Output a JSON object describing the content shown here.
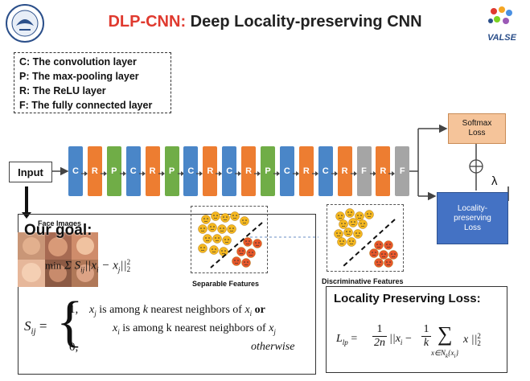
{
  "title": {
    "highlight": "DLP-CNN:",
    "rest": " Deep Locality-preserving CNN"
  },
  "legend": [
    "C:  The convolution layer",
    "P: The max-pooling layer",
    "R: The ReLU layer",
    "F: The fully connected layer"
  ],
  "input_label": "Input",
  "layers": [
    {
      "letter": "C",
      "color": "#4a86c8"
    },
    {
      "letter": "R",
      "color": "#ed7d31"
    },
    {
      "letter": "P",
      "color": "#70ad47"
    },
    {
      "letter": "C",
      "color": "#4a86c8"
    },
    {
      "letter": "R",
      "color": "#ed7d31"
    },
    {
      "letter": "P",
      "color": "#70ad47"
    },
    {
      "letter": "C",
      "color": "#4a86c8"
    },
    {
      "letter": "R",
      "color": "#ed7d31"
    },
    {
      "letter": "C",
      "color": "#4a86c8"
    },
    {
      "letter": "R",
      "color": "#ed7d31"
    },
    {
      "letter": "P",
      "color": "#70ad47"
    },
    {
      "letter": "C",
      "color": "#4a86c8"
    },
    {
      "letter": "R",
      "color": "#ed7d31"
    },
    {
      "letter": "C",
      "color": "#4a86c8"
    },
    {
      "letter": "R",
      "color": "#ed7d31"
    },
    {
      "letter": "F",
      "color": "#a5a5a5"
    },
    {
      "letter": "R",
      "color": "#ed7d31"
    },
    {
      "letter": "F",
      "color": "#a5a5a5"
    }
  ],
  "softmax": {
    "line1": "Softmax",
    "line2": "Loss"
  },
  "lp_box": {
    "line1": "Locality-",
    "line2": "preserving",
    "line3": "Loss"
  },
  "lambda": "λ",
  "goal": {
    "label": "Our goal:",
    "face_images": "Face Images",
    "min": "min",
    "sum_term": "Σ S",
    "sub_ij": "ij",
    "norm": "||x",
    "sub_i": "i",
    "minus": " − x",
    "sub_j": "j",
    "norm_end": "||",
    "sq": "2",
    "two": "2"
  },
  "separable_caption": "Separable Features",
  "discriminative_caption": "Discriminative Features",
  "sij": {
    "lhs": "S",
    "lhs_sub": "ij",
    "eq": " =",
    "one": "1,",
    "zero": "0,",
    "line1_a": "x",
    "line1_a_sub": "j",
    "line1_b": " is among ",
    "line1_k": "k",
    "line1_c": " nearest neighbors of ",
    "line1_d": "x",
    "line1_d_sub": "i",
    "or": " or",
    "line2_a": "x",
    "line2_a_sub": "i",
    "line2_b": " is among k nearest neighbors of ",
    "line2_c": "x",
    "line2_c_sub": "j",
    "otherwise": "otherwise"
  },
  "lploss": {
    "heading": "Locality Preserving Loss:",
    "L": "L",
    "L_sub": "lp",
    "eq": " =",
    "frac1_num": "1",
    "frac1_den": "2n",
    "mid": "||x",
    "mid_sub": "i",
    "minus": " −",
    "frac2_num": "1",
    "frac2_den": "k",
    "sum_sub": "x∈N",
    "sum_sub2": "k",
    "sum_sub3": "{x",
    "sum_sub4": "i",
    "sum_sub5": "}",
    "x_end": "x ||",
    "sq": "2",
    "two": "2"
  },
  "valse": "VALSE"
}
